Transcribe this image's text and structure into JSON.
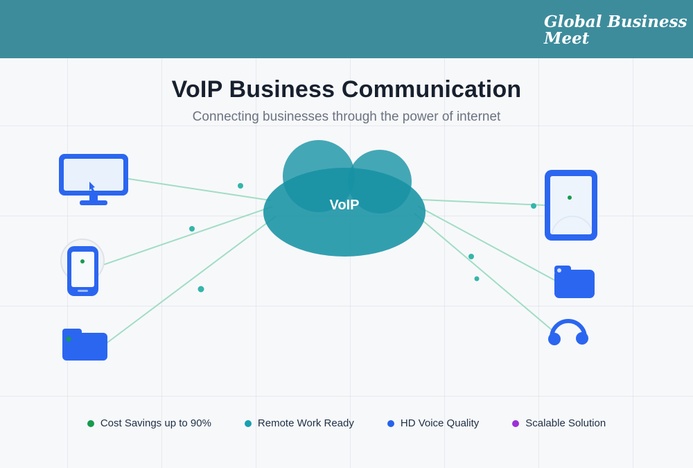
{
  "header": {
    "logo_line1": "Global Business",
    "logo_line2": "Meet"
  },
  "hero": {
    "title": "VoIP Business Communication",
    "subtitle": "Connecting businesses through the power of internet"
  },
  "diagram": {
    "cloud_label": "VoIP",
    "nodes": [
      "desktop-monitor",
      "smartphone",
      "folder-left",
      "tablet",
      "folder-right",
      "headset"
    ]
  },
  "legend": {
    "items": [
      {
        "label": "Cost Savings up to 90%",
        "color": "#169b4f"
      },
      {
        "label": "Remote Work Ready",
        "color": "#18a0b0"
      },
      {
        "label": "HD Voice Quality",
        "color": "#2563eb"
      },
      {
        "label": "Scalable Solution",
        "color": "#9b30d9"
      }
    ]
  },
  "colors": {
    "header_bg": "#3d8c9c",
    "cloud_teal": "#1792a4",
    "device_blue": "#2b66f0",
    "connection_line": "#a0ddc4",
    "node_dot": "#35b5ab"
  }
}
